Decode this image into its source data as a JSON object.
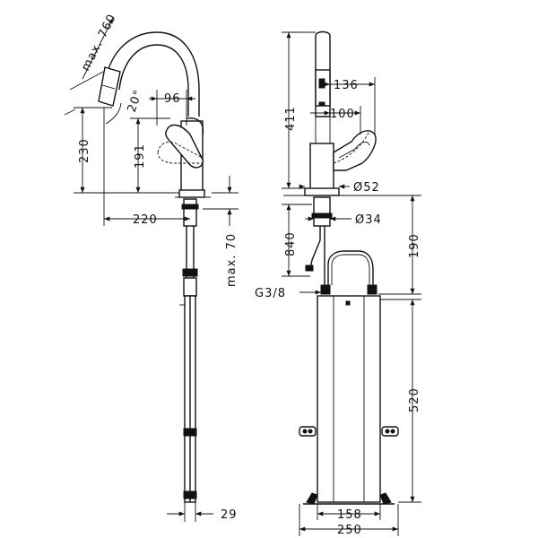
{
  "dimensions": {
    "max_reach": "max. 760",
    "angle": "20°",
    "handle_reach": "96",
    "height_230": "230",
    "height_191": "191",
    "width_220": "220",
    "max_70": "max. 70",
    "width_29": "29",
    "height_411": "411",
    "width_136": "136",
    "width_100": "100",
    "dia_52": "Ø52",
    "dia_34": "Ø34",
    "height_840": "840",
    "height_190": "190",
    "thread": "G3/8",
    "height_520": "520",
    "width_158": "158",
    "width_250": "250"
  }
}
